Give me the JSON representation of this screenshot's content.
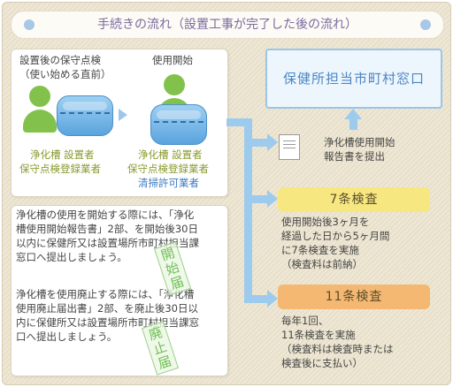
{
  "title": "手続きの流れ（設置工事が完了した後の流れ）",
  "flow_top": {
    "left_heading_1": "設置後の保守点検",
    "left_heading_2": "（使い始める直前）",
    "right_heading": "使用開始",
    "left_role_1": "浄化槽 設置者",
    "left_role_2": "保守点検登録業者",
    "right_role_1": "浄化槽 設置者",
    "right_role_2": "保守点検登録業者",
    "right_role_3": "清掃許可業者"
  },
  "notes": {
    "start_lines": [
      "浄化槽の使用を開始する際には、「浄化",
      "槽使用開始報告書」2部、を開始後30日",
      "以内に保健所又は設置場所市町村担当課",
      "窓口へ提出しましょう。"
    ],
    "end_lines": [
      "浄化槽を使用廃止する際には、「浄化槽",
      "使用廃止届出書」2部、を廃止後30日以",
      "内に保健所又は設置場所市町村担当課窓",
      "口へ提出しましょう。"
    ],
    "stamp_start": "開始届",
    "stamp_end": "廃止届"
  },
  "office": "保健所担当市町村窓口",
  "report": {
    "line1": "浄化槽使用開始",
    "line2": "報告書を提出"
  },
  "inspection7": {
    "label": "7条検査",
    "desc": [
      "使用開始後3ヶ月を",
      "経過した日から5ヶ月間",
      "に7条検査を実施",
      "（検査料は前納）"
    ]
  },
  "inspection11": {
    "label": "11条検査",
    "desc": [
      "毎年1回、",
      "11条検査を実施",
      "（検査料は検査時または",
      "検査後に支払い）"
    ]
  },
  "colors": {
    "pipe": "#9ccbee",
    "person": "#82c24c",
    "tank": "#5aa4de",
    "pill7": "#f6e781",
    "pill11": "#f4b873"
  }
}
